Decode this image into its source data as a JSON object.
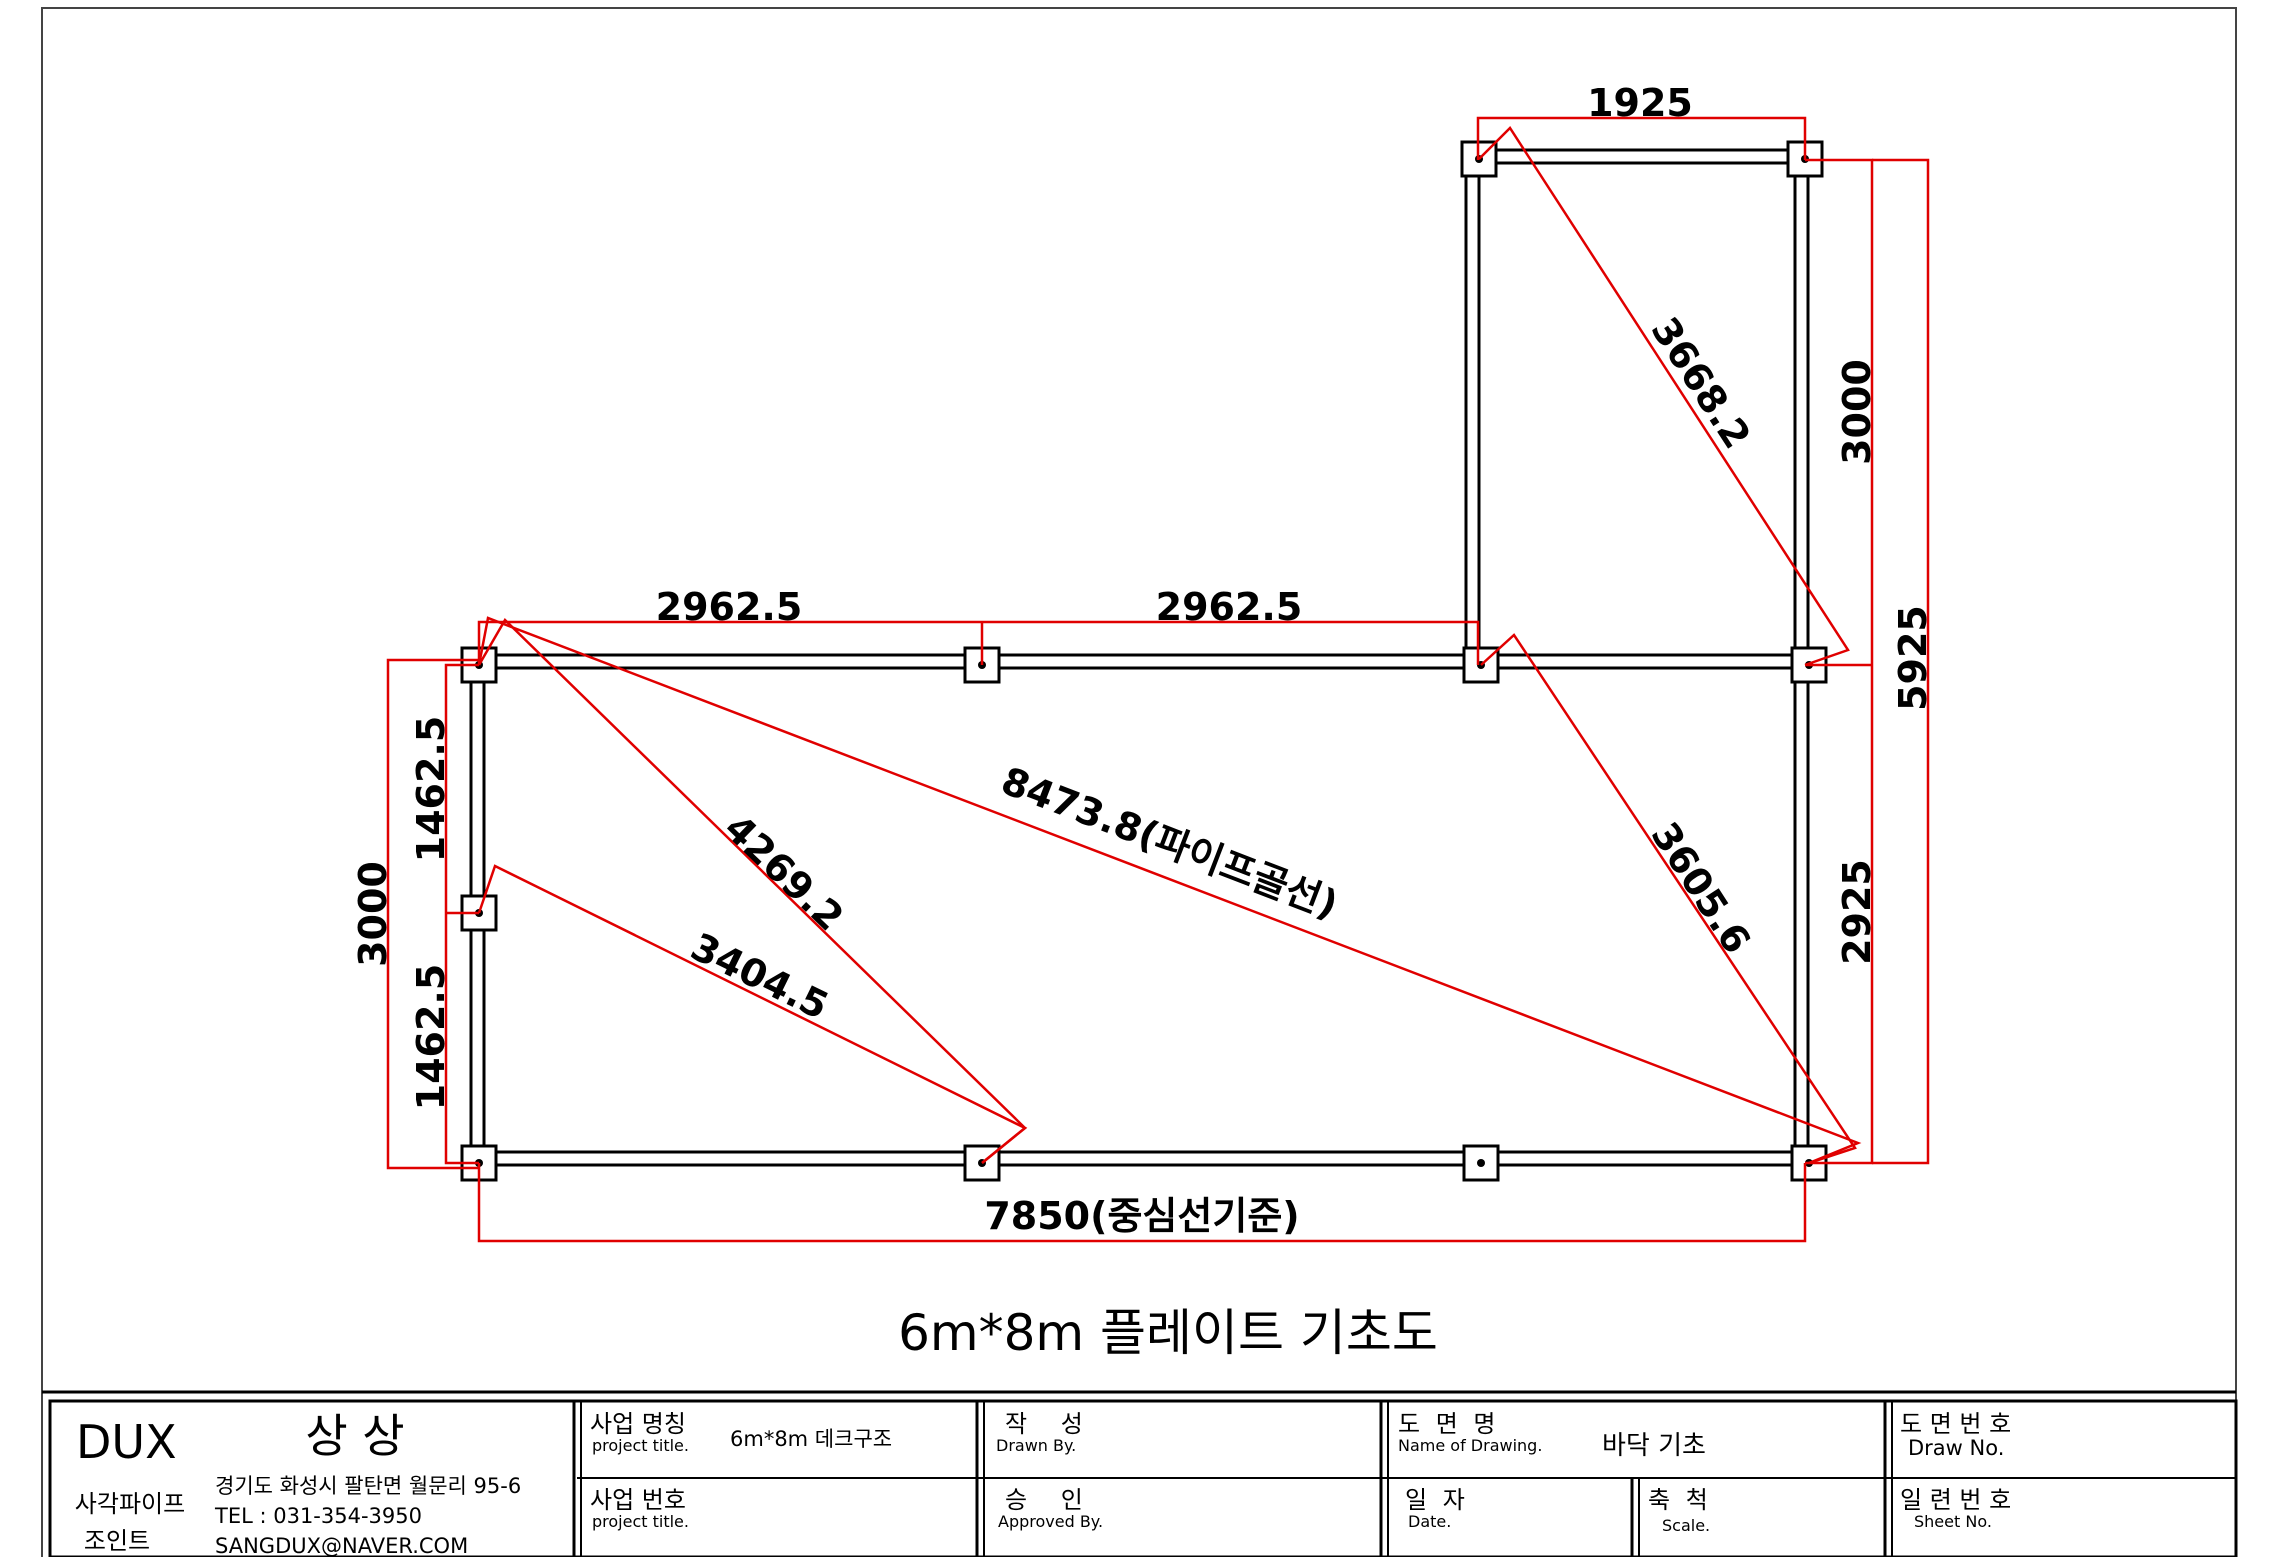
{
  "drawing": {
    "title": "6m*8m 플레이트 기초도",
    "dimensions": {
      "top_width": "1925",
      "top_left_span": "2962.5",
      "top_mid_span": "2962.5",
      "diag_right_upper": "3668.2",
      "right_upper": "3000",
      "right_total": "5925",
      "right_lower": "2925",
      "diag_main": "8473.8(파이프골선)",
      "diag_left": "4269.2",
      "diag_lower": "3404.5",
      "diag_right_lower": "3605.6",
      "left_total": "3000",
      "left_upper": "1462.5",
      "left_lower": "1462.5",
      "bottom_total": "7850(중심선기준)"
    }
  },
  "title_block": {
    "company": "DUX",
    "company_korean": "상 상",
    "company_sub_line1": "사각파이프",
    "company_sub_line2": "조인트",
    "address": "경기도 화성시 팔탄면 월문리 95-6",
    "tel": "TEL : 031-354-3950",
    "email": "SANGDUX@NAVER.COM",
    "project_name_label": "사업 명칭",
    "project_name_sub": "project title.",
    "project_name_value": "6m*8m 데크구조",
    "project_no_label": "사업 번호",
    "project_no_sub": "project title.",
    "drawn_label": "작 성",
    "drawn_sub": "Drawn By.",
    "approved_label": "승 인",
    "approved_sub": "Approved By.",
    "drawing_name_label": "도 면 명",
    "drawing_name_sub": "Name of Drawing.",
    "drawing_name_value": "바닥 기초",
    "date_label": "일 자",
    "date_sub": "Date.",
    "scale_label": "축 척",
    "scale_sub": "Scale.",
    "draw_no_label": "도 면 번 호",
    "draw_no_sub": "Draw No.",
    "sheet_no_label": "일 련 번 호",
    "sheet_no_sub": "Sheet No."
  }
}
